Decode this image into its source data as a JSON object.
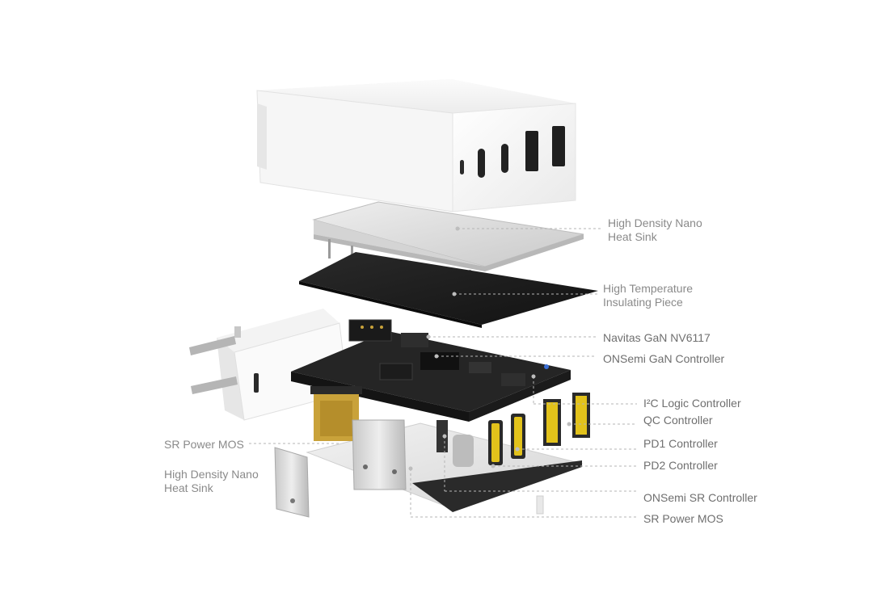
{
  "labels": {
    "heat_sink_top": [
      "High Density Nano",
      "Heat Sink"
    ],
    "insulating": [
      "High Temperature",
      "Insulating Piece"
    ],
    "gan_chip": "Navitas GaN NV6117",
    "gan_controller": "ONSemi GaN Controller",
    "i2c": "I²C Logic Controller",
    "qc": "QC Controller",
    "pd1": "PD1 Controller",
    "pd2": "PD2  Controller",
    "sr_controller": "ONSemi SR  Controller",
    "sr_mos_right": "SR Power MOS",
    "sr_mos_left": "SR Power MOS",
    "heat_sink_left": [
      "High Density Nano",
      "Heat Sink"
    ]
  },
  "colors": {
    "shell": "#f4f4f4",
    "sheet_metal": "#dcdcdc",
    "insulator": "#1e1e1e",
    "pcb": "#222222",
    "copper_coil": "#c9a23a",
    "port_yellow": "#e2c21b",
    "leader": "#b5b5b5"
  }
}
